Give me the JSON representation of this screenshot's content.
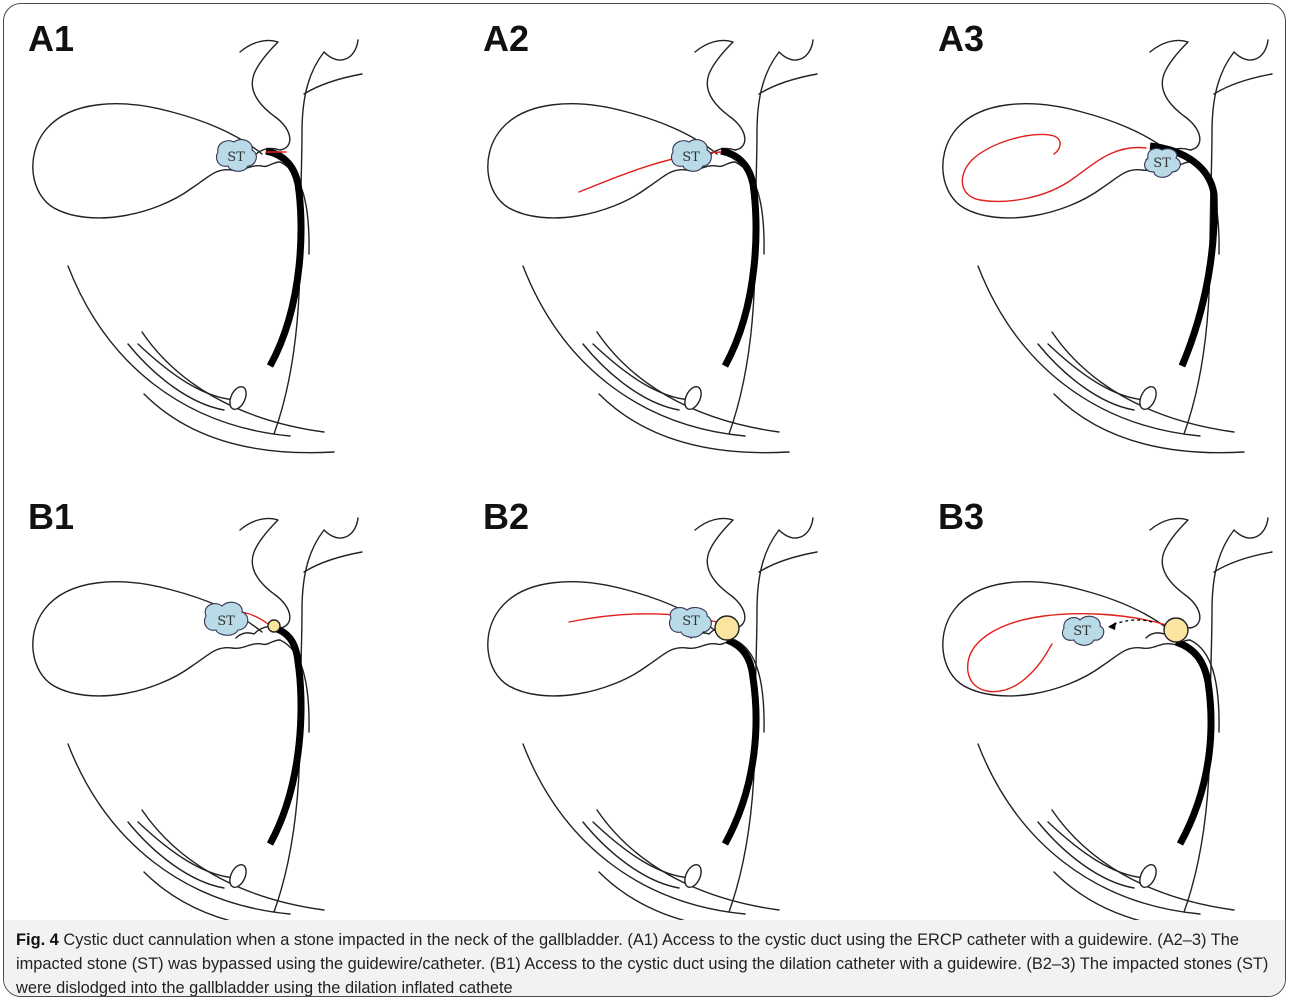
{
  "panels": [
    {
      "label": "A1",
      "stone": "ST"
    },
    {
      "label": "A2",
      "stone": "ST"
    },
    {
      "label": "A3",
      "stone": "ST"
    },
    {
      "label": "B1",
      "stone": "ST"
    },
    {
      "label": "B2",
      "stone": "ST"
    },
    {
      "label": "B3",
      "stone": "ST"
    }
  ],
  "caption": {
    "prefix": "Fig. 4",
    "text": " Cystic duct cannulation when a stone impacted in the neck of the gallbladder. (A1) Access to the cystic duct using the ERCP catheter with a guidewire. (A2–3) The impacted stone (ST) was bypassed using the guidewire/catheter. (B1) Access to the cystic duct using the dilation catheter with a guidewire. (B2–3) The impacted stones (ST) were dislodged into the gallbladder using the dilation inflated cathete"
  },
  "colors": {
    "stone_fill": "#b9dbe7",
    "guidewire": "#e0201b",
    "balloon": "#fbe3a0",
    "outline": "#222222"
  }
}
